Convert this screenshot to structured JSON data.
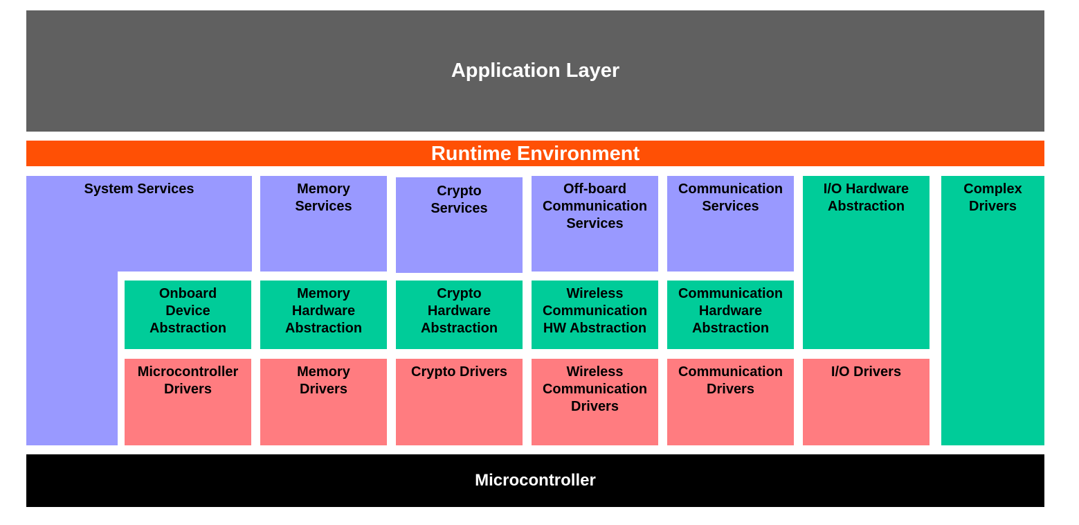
{
  "layers": {
    "application": "Application Layer",
    "runtime": "Runtime Environment",
    "microcontroller": "Microcontroller"
  },
  "services": {
    "system": "System Services",
    "memory": "Memory\nServices",
    "crypto": "Crypto\nServices",
    "offboard": "Off-board\nCommunication\nServices",
    "communication": "Communication\nServices"
  },
  "abstraction": {
    "onboard": "Onboard\nDevice\nAbstraction",
    "memory": "Memory\nHardware\nAbstraction",
    "crypto": "Crypto\nHardware\nAbstraction",
    "wireless": "Wireless\nCommunication\nHW Abstraction",
    "communication": "Communication\nHardware\nAbstraction",
    "io": "I/O Hardware\nAbstraction"
  },
  "drivers": {
    "microcontroller": "Microcontroller\nDrivers",
    "memory": "Memory\nDrivers",
    "crypto": "Crypto Drivers",
    "wireless": "Wireless\nCommunication\nDrivers",
    "communication": "Communication\nDrivers",
    "io": "I/O Drivers",
    "complex": "Complex\nDrivers"
  },
  "colors": {
    "application": "#606060",
    "runtime": "#ff5005",
    "services": "#9999ff",
    "abstraction": "#00cc99",
    "drivers": "#ff7c80",
    "microcontroller": "#000000"
  }
}
